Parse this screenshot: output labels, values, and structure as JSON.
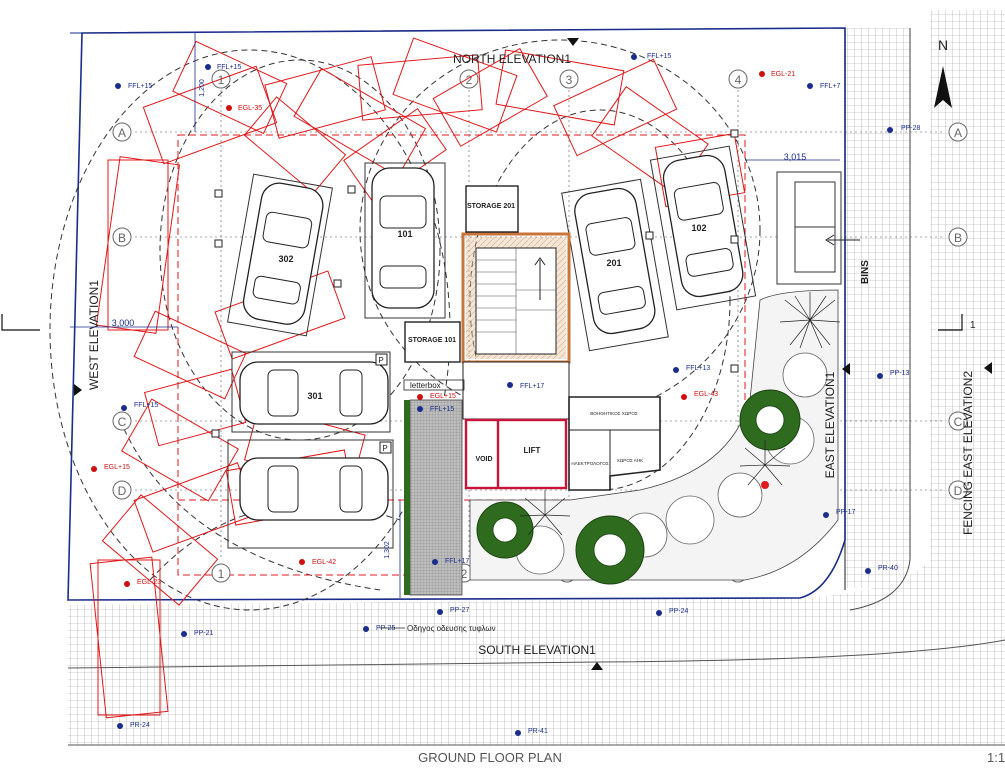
{
  "drawing": {
    "title": "GROUND FLOOR PLAN",
    "scale": "1:1",
    "north": "N",
    "section_marker": "1"
  },
  "elevations": {
    "north": "NORTH ELEVATION1",
    "south": "SOUTH ELEVATION1",
    "east": "EAST ELEVATION1",
    "west": "WEST ELEVATION1",
    "fencing_east": "FENCING EAST ELEVATION2"
  },
  "grid": {
    "rows": [
      "A",
      "B",
      "C",
      "D"
    ],
    "cols": [
      "1",
      "2",
      "3",
      "4"
    ]
  },
  "parking": [
    "302",
    "101",
    "201",
    "102",
    "301"
  ],
  "rooms": {
    "storage_201": "STORAGE 201",
    "storage_101": "STORAGE 101",
    "lift": "LIFT",
    "void": "VOID",
    "letterbox": "letterbox",
    "aux_room": "ΒΟΗΘΗΤΙΚΟΣ ΧΩΡΟΣ",
    "electrical_room": "ΗΛΕΚΤΡΟΛΟΓΟΣ",
    "waste_room": "ΧΩΡΟΣ ΑΗΚ",
    "bins": "BINS"
  },
  "dimensions": {
    "top_right": "3,015",
    "left": "3,000",
    "top": "1,200",
    "bottom": "1,302"
  },
  "notes": {
    "tactile_path": "Οδηγος οδευσης τυφλων"
  },
  "levels": {
    "ffl_top_left": "FFL+15",
    "ffl_top_center": "FFL+15",
    "ffl_left": "FFL+15",
    "ffl_right_top": "FFL+7",
    "egl_right_top": "EGL-21",
    "egl_top_left": "EGL-35",
    "ffl_top_mid": "FFL+15",
    "ffl_entrance": "FFL+17",
    "ffl_mid_right": "FFL+13",
    "egl_mid_right": "EGL-43",
    "ffl_left_mid": "FFL+15",
    "egl_left": "EGL+15",
    "ffl_lobby": "FFL+15",
    "egl_lobby": "EGL+15",
    "egl_bottom_left": "EGL-42",
    "egl_bottom_far_left": "EGL-23",
    "ffl_bottom": "FFL+17",
    "pp_right_a": "PP-28",
    "pp_right_c": "PP-13",
    "pp_right_d": "PP-17",
    "pr_right": "PR-40",
    "pp_bottom_1": "PP-21",
    "pp_bottom_2": "PP-25",
    "pp_bottom_3": "PP-27",
    "pp_bottom_4": "PP-24",
    "pr_bottom_left": "PR-24",
    "pr_bottom_center": "PR-41"
  },
  "colors": {
    "red_line": "#e0191b",
    "blue_line": "#1a2d8a",
    "tree_green": "#2e6b1e",
    "paving_grid": "#9a9a9a",
    "stair_brick": "#c8743a"
  }
}
